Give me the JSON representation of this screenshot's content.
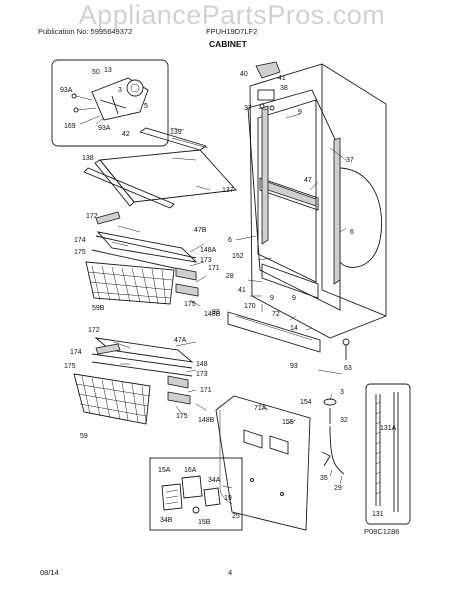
{
  "header": {
    "watermark": "AppliancePartsPros.com",
    "publication": "Publication No: 5995649372",
    "model": "FPUH19D7LF2",
    "section_title": "CABINET"
  },
  "footer": {
    "date": "08/14",
    "page_number": "4",
    "diagram_code": "P08C1286"
  },
  "part_callouts": {
    "p50": "50",
    "p13": "13",
    "p93a_1": "93A",
    "p3_top": "3",
    "p169": "169",
    "p93a_2": "93A",
    "p5": "5",
    "p42": "42",
    "p139": "139",
    "p138": "138",
    "p137": "137",
    "p40": "40",
    "p41_top": "41",
    "p38": "38",
    "p37_left": "37",
    "p9_top": "9",
    "p37_right": "37",
    "p47": "47",
    "p172_1": "172",
    "p47b": "47B",
    "p174_1": "174",
    "p175_1": "175",
    "p148a": "148A",
    "p173_1": "173",
    "p171_1": "171",
    "p59b": "59B",
    "p175_2": "175",
    "p148b_1": "148B",
    "p6_left": "6",
    "p6_right": "6",
    "p152": "152",
    "p28": "28",
    "p41_mid": "41",
    "p170": "170",
    "p93_1": "93",
    "p9_a": "9",
    "p9_b": "9",
    "p72": "72",
    "p14": "14",
    "p93_2": "93",
    "p172_2": "172",
    "p47a": "47A",
    "p174_2": "174",
    "p175_3": "175",
    "p148": "148",
    "p173_2": "173",
    "p171_2": "171",
    "p59": "59",
    "p175_4": "175",
    "p148b_2": "148B",
    "p63": "63",
    "p3_mid": "3",
    "p32": "32",
    "p71a": "71A",
    "p154": "154",
    "p155": "155",
    "p15a": "15A",
    "p16a": "16A",
    "p34a": "34A",
    "p19": "19",
    "p34b": "34B",
    "p15b": "15B",
    "p25": "25",
    "p35": "35",
    "p29": "29",
    "p131a": "131A",
    "p131": "131"
  }
}
